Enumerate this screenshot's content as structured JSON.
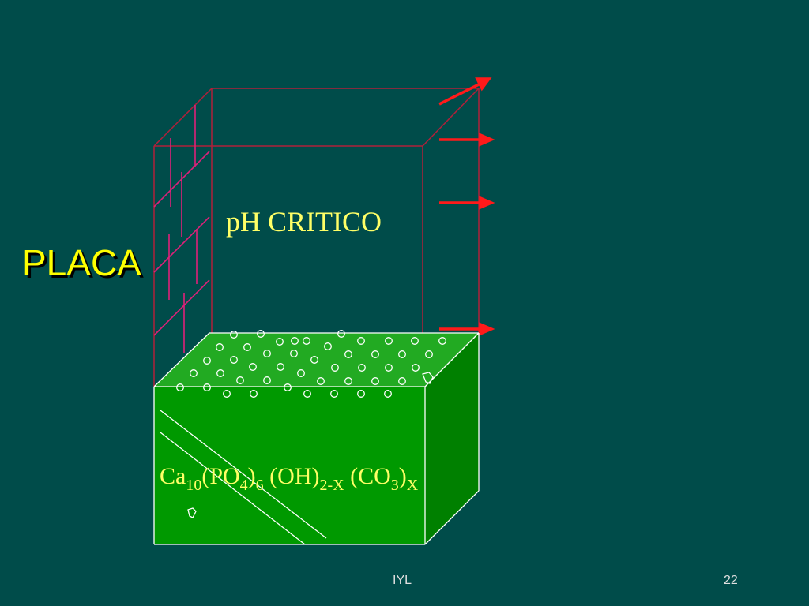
{
  "slide": {
    "title": "PLACA",
    "ph_label": "pH CRITICO",
    "formula": {
      "ca": "Ca",
      "ca_sub": "10",
      "po": "(PO",
      "po_sub": "4",
      "po_close": ")",
      "po_sub2": "6",
      "oh": " (OH)",
      "oh_sub": "2-X",
      "co": " (CO",
      "co_sub": "3",
      "co_close": ")",
      "co_sub2": "X"
    },
    "footer_center": "IYL",
    "page_number": "22"
  },
  "colors": {
    "background": "#004c4a",
    "title": "#ffff00",
    "label": "#ffff66",
    "cube_edges": "#b0203a",
    "plaque_grid": "#e0207a",
    "arrows": "#ff1a1a",
    "enamel_front": "#009900",
    "enamel_top": "#22aa22",
    "enamel_side": "#008000"
  }
}
